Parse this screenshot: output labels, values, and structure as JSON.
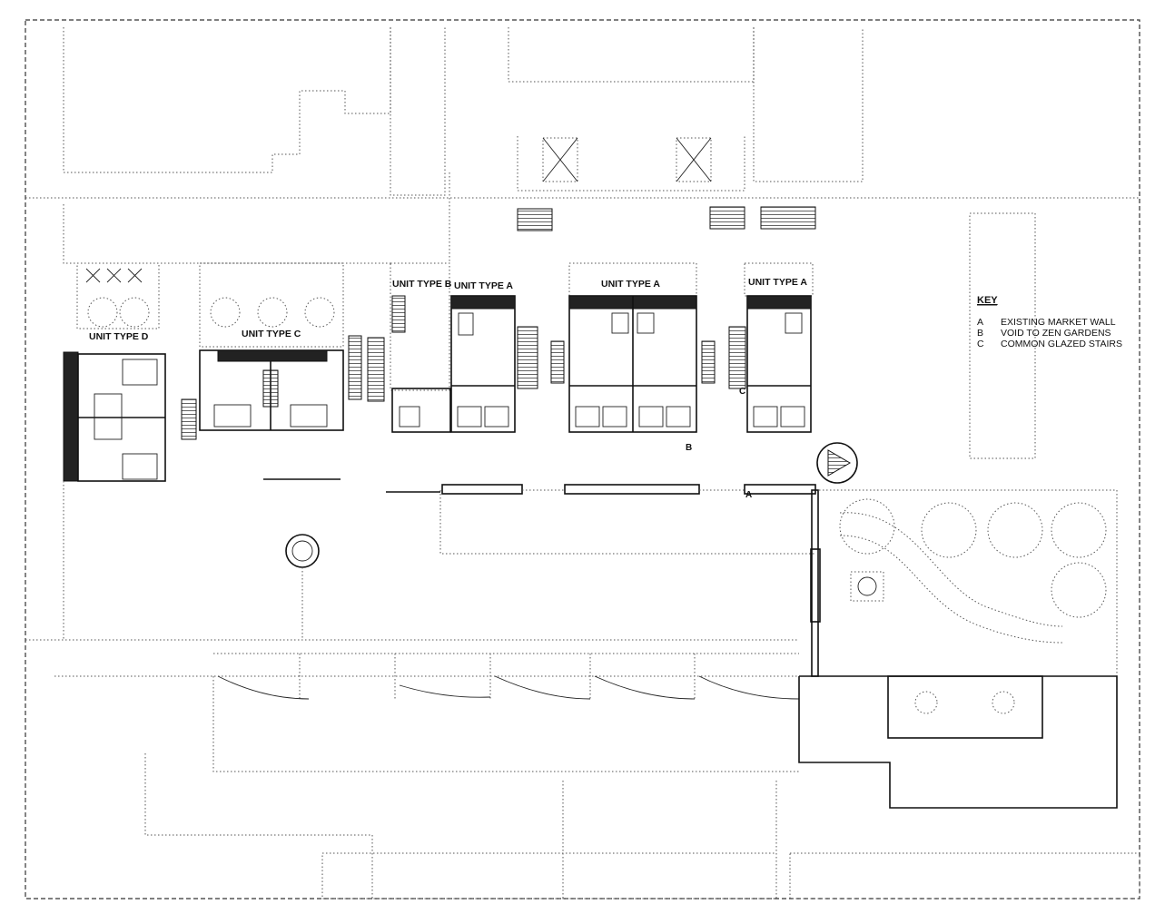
{
  "unit_labels": {
    "d": "UNIT TYPE D",
    "c": "UNIT TYPE C",
    "b": "UNIT TYPE B",
    "a1": "UNIT TYPE A",
    "a2": "UNIT TYPE A",
    "a3": "UNIT TYPE A"
  },
  "key": {
    "heading": "KEY",
    "items": [
      {
        "letter": "A",
        "text": "EXISTING MARKET WALL"
      },
      {
        "letter": "B",
        "text": "VOID TO ZEN GARDENS"
      },
      {
        "letter": "C",
        "text": "COMMON GLAZED STAIRS"
      }
    ]
  },
  "plan_markers": {
    "a": "A",
    "b": "B",
    "c": "C"
  }
}
